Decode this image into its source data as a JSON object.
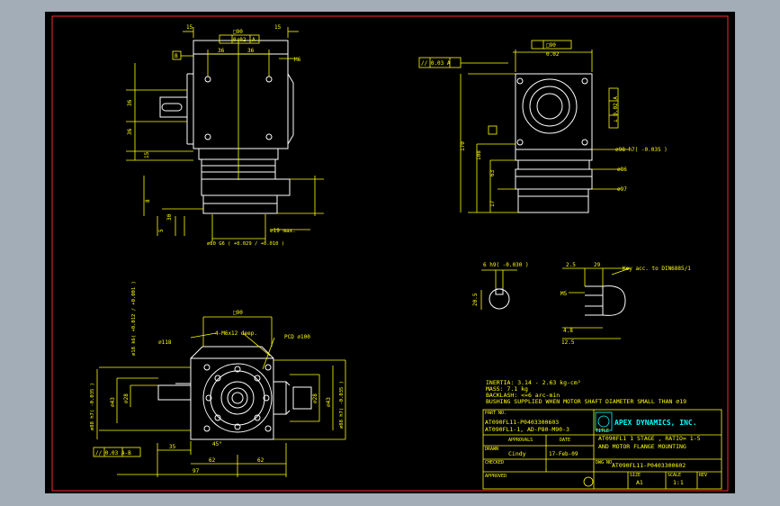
{
  "colors": {
    "background": "#a2adb7",
    "sheet": "#000000",
    "border": "#ff2a2a",
    "geometry": "#ffffff",
    "dimensions": "#ffff00",
    "text": "#ffff00",
    "logo": "#00ffff"
  },
  "dims": {
    "d15a": "15",
    "d15b": "15",
    "d15c": "15",
    "sq90a": "□90",
    "tol002a": "0.02",
    "refA": "A",
    "refB": "B",
    "d36a": "36",
    "d36b": "36",
    "d36c": "36",
    "d36d": "36",
    "m6": "M6",
    "d8c": "8",
    "d30c": "30",
    "d5": "5",
    "phi19max": "∅19 max.",
    "phi80g6": "∅80 G6 ( +0.029 / +0.010 )",
    "sq90b": "□90",
    "tol002b": "0.02",
    "par003": "// 0.03 A",
    "perp002": "⊥ 0.02 A",
    "d170": "170",
    "d108": "108",
    "d63": "63",
    "d17": "17",
    "phi98h7": "∅98 h7( -0.035 )",
    "phi86": "∅86",
    "phi97": "∅97",
    "key6h9": "6 h9( -0.030 )",
    "d205": "20.5",
    "d25": "2.5",
    "d29": "29",
    "keyacc": "Key acc. to DIN6885/1",
    "m5": "M5",
    "d48": "4.8",
    "d125": "12.5",
    "sq90c": "□90",
    "phi18k6": "∅18 k6( +0.012 / +0.001 )",
    "phi118": "∅118",
    "m6x12": "4-M6x12 deep.",
    "pcd100": "PCD ∅100",
    "phi88a": "∅88 h7( -0.035 )",
    "phi88b": "∅88 h7( -0.035 )",
    "phi43a": "∅43",
    "phi43b": "∅43",
    "phi28a": "∅28",
    "phi28b": "∅28",
    "ang45": "45°",
    "d35": "35",
    "d62a": "62",
    "d62b": "62",
    "d97": "97",
    "tol003ab": "// 0.03 A-B"
  },
  "notes": {
    "line1": "INERTIA: 3.14 - 2.63 kg-cm²",
    "line2": "MASS: 7.1 kg",
    "line3": "BACKLASH: <=6 arc-min",
    "line4": "BUSHING SUPPLIED WHEN MOTOR SHAFT DIAMETER SMALL THAN ∅19"
  },
  "titleblock": {
    "partno_label": "PART NO.",
    "partno1": "AT090FL11-P0403300603",
    "partno2": "AT090FL1-1, AD-P80-M90-3",
    "company": "APEX DYNAMICS, INC.",
    "title_label": "TITLE",
    "title1": "AT090FL1 1 STAGE , RATIO= 1-5",
    "title2": "AND MOTOR FLANGE MOUNTING",
    "approval_label": "APPROVALS",
    "date_label": "DATE",
    "drawn_label": "DRAWN",
    "drawn_name": "Cindy",
    "drawn_date": "17-Feb-09",
    "checked_label": "CHECKED",
    "dwg_label": "DWG NO.",
    "dwg_no": "AT090FL11-P0403300602",
    "approved_label": "APPROVED",
    "size_label": "SIZE",
    "size": "A1",
    "scale_label": "SCALE",
    "scale": "1:1",
    "rev_label": "REV"
  }
}
